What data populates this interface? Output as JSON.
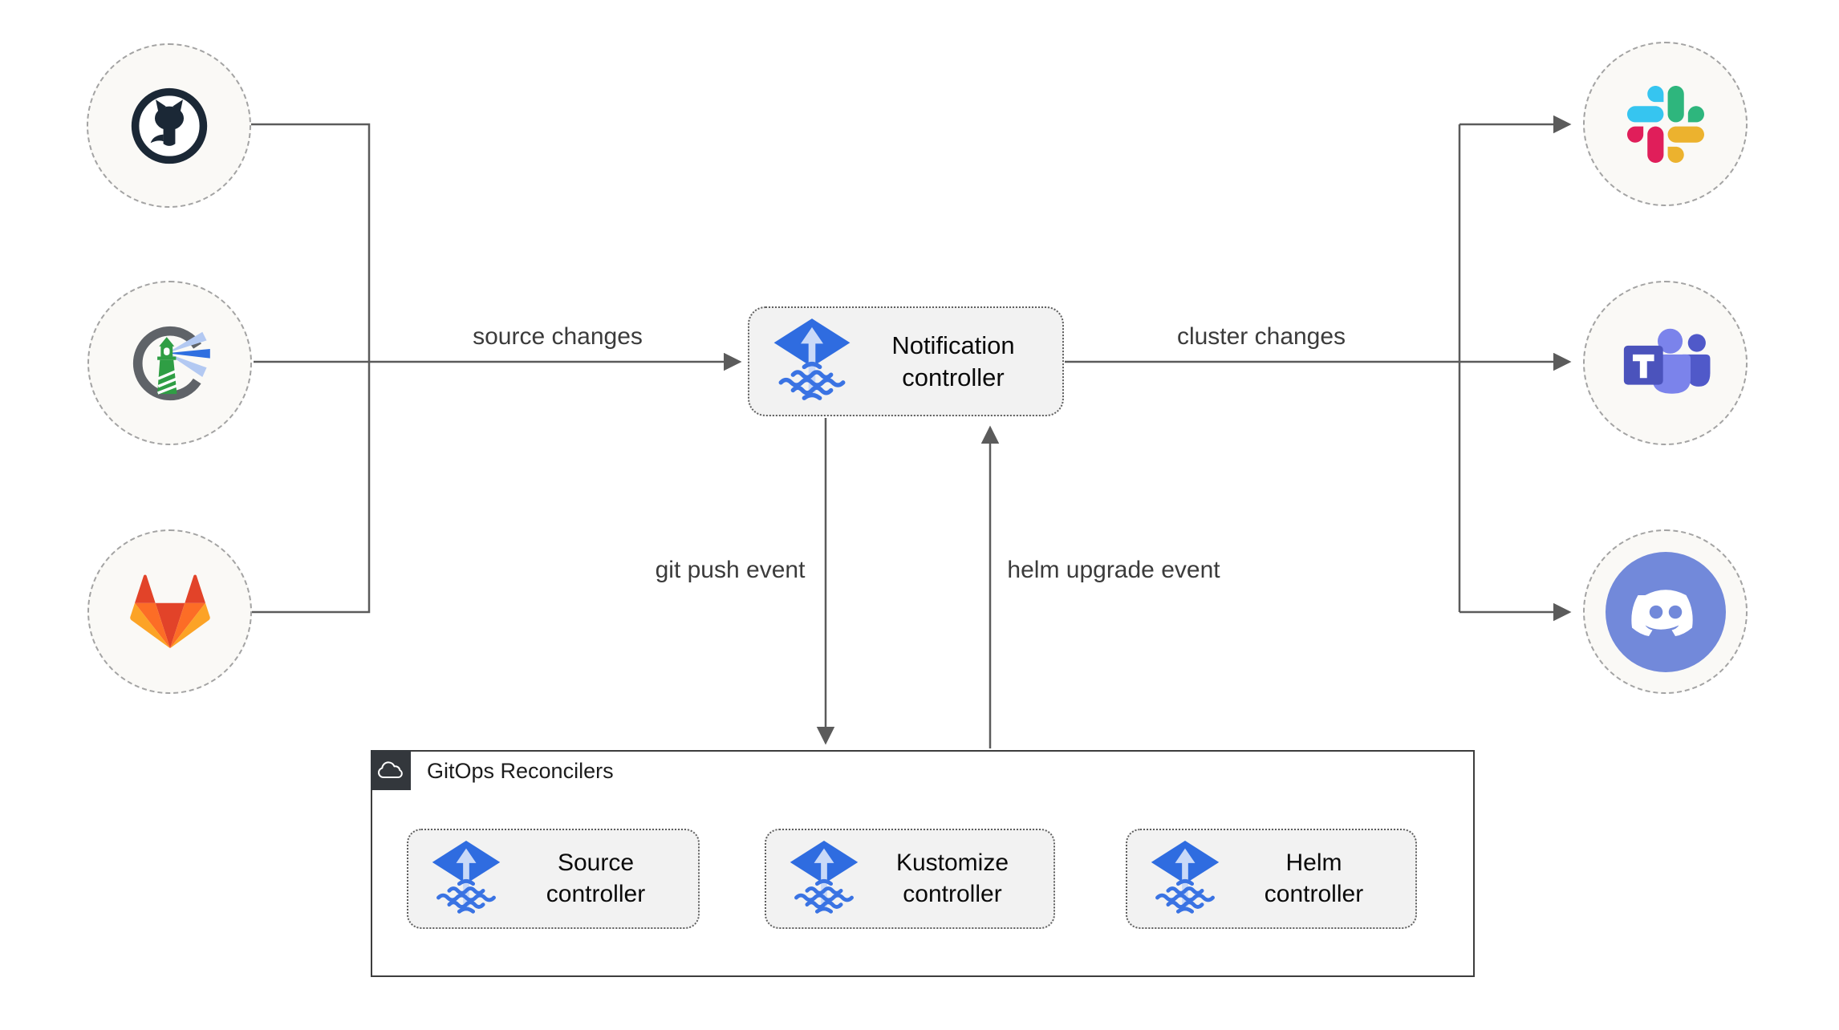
{
  "edge_labels": {
    "source_changes": "source changes",
    "cluster_changes": "cluster changes",
    "git_push_event": "git push event",
    "helm_upgrade_event": "helm upgrade event"
  },
  "nodes": {
    "notification_controller": {
      "line1": "Notification",
      "line2": "controller"
    },
    "source_controller": {
      "line1": "Source",
      "line2": "controller"
    },
    "kustomize_controller": {
      "line1": "Kustomize",
      "line2": "controller"
    },
    "helm_controller": {
      "line1": "Helm",
      "line2": "controller"
    }
  },
  "group": {
    "title": "GitOps Reconcilers"
  },
  "icons": {
    "sources": [
      "github-icon",
      "harbor-lighthouse-icon",
      "gitlab-icon"
    ],
    "notifiers": [
      "slack-icon",
      "microsoft-teams-icon",
      "discord-icon"
    ],
    "node_icon": "flux-logo-icon",
    "group_icon": "cloud-icon"
  },
  "colors": {
    "line": "#5b5b5b",
    "flux_blue": "#2f6ce0",
    "flux_light_arrow": "#c9d9f8",
    "node_fill": "#f2f2f2",
    "circle_fill": "#faf9f6",
    "container_border": "#3d3d3d",
    "badge_bg": "#33373c",
    "github": "#1b2836",
    "harbor_green": "#2f9e44",
    "gitlab": [
      "#e24329",
      "#fc6d26",
      "#fca326"
    ],
    "slack": [
      "#36c5f0",
      "#2eb67d",
      "#ecb22e",
      "#e01e5a"
    ],
    "teams": [
      "#4b53bc",
      "#7b83eb",
      "#5059c9"
    ],
    "discord": "#7289da"
  }
}
